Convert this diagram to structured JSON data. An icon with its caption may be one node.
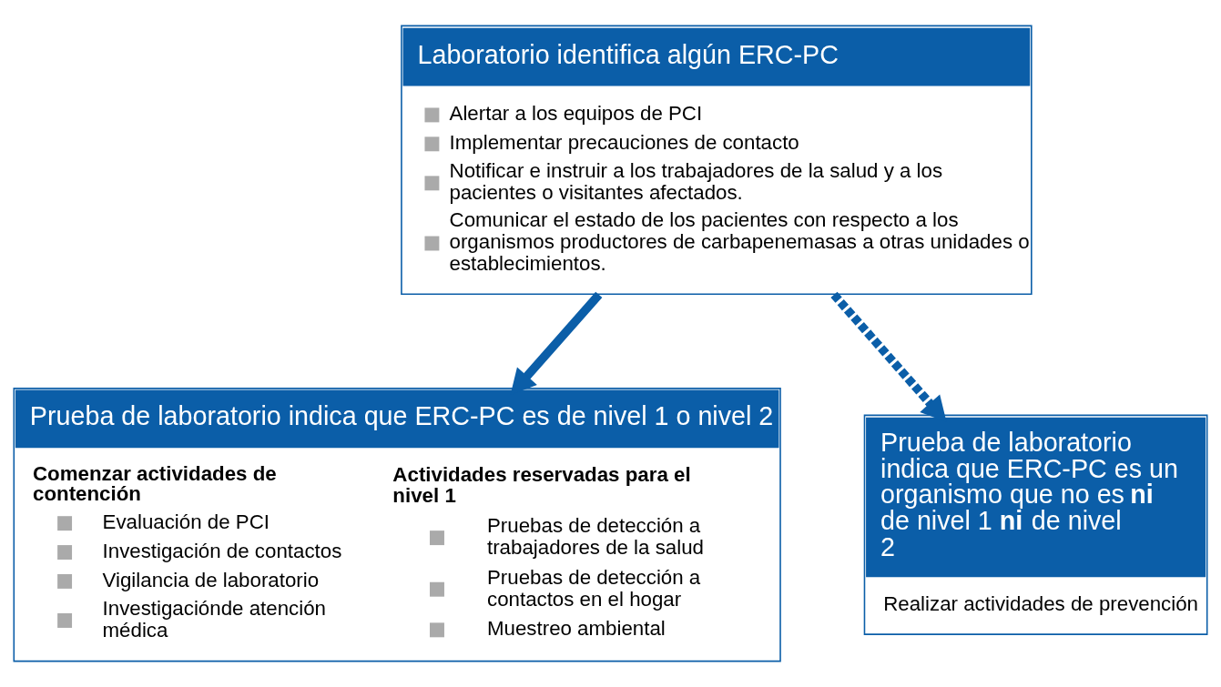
{
  "diagram": {
    "nodes": [
      {
        "text": [
          "Laboratorio identifica algún ERC-PC",
          "Alertar a los equipos de PCI",
          "Implementar precauciones de contacto",
          "Notificar e instruir a los trabajadores de la salud y a los pacientes o visitantes afectados.",
          "Comunicar el estado de los pacientes con respecto a los organismos productores de carbapenemasas a otras unidades o establecimientos."
        ]
      },
      {
        "text": [
          "Prueba de laboratorio indica que ERC-PC es de nivel 1 o nivel 2",
          "Comenzar actividades de contención",
          "Evaluación de PCI",
          "Investigación de contactos",
          "Vigilancia de laboratorio",
          "Investigaciónde atención médica",
          "Actividades reservadas para el nivel 1",
          "Pruebas de detección a trabajadores de la salud",
          "Pruebas de detección a contactos en el hogar",
          "Muestreo ambiental"
        ]
      },
      {
        "text": [
          "Prueba de laboratorio indica que ERC-PC es un organismo que no es **ni** de nivel 1 **ni** de nivel 2",
          "Realizar actividades de prevención"
        ]
      }
    ],
    "edges": [
      {
        "from": 0,
        "to": 1,
        "arrow": "to"
      },
      {
        "from": 0,
        "to": 2,
        "arrow": "to",
        "style": "dashed"
      }
    ]
  }
}
